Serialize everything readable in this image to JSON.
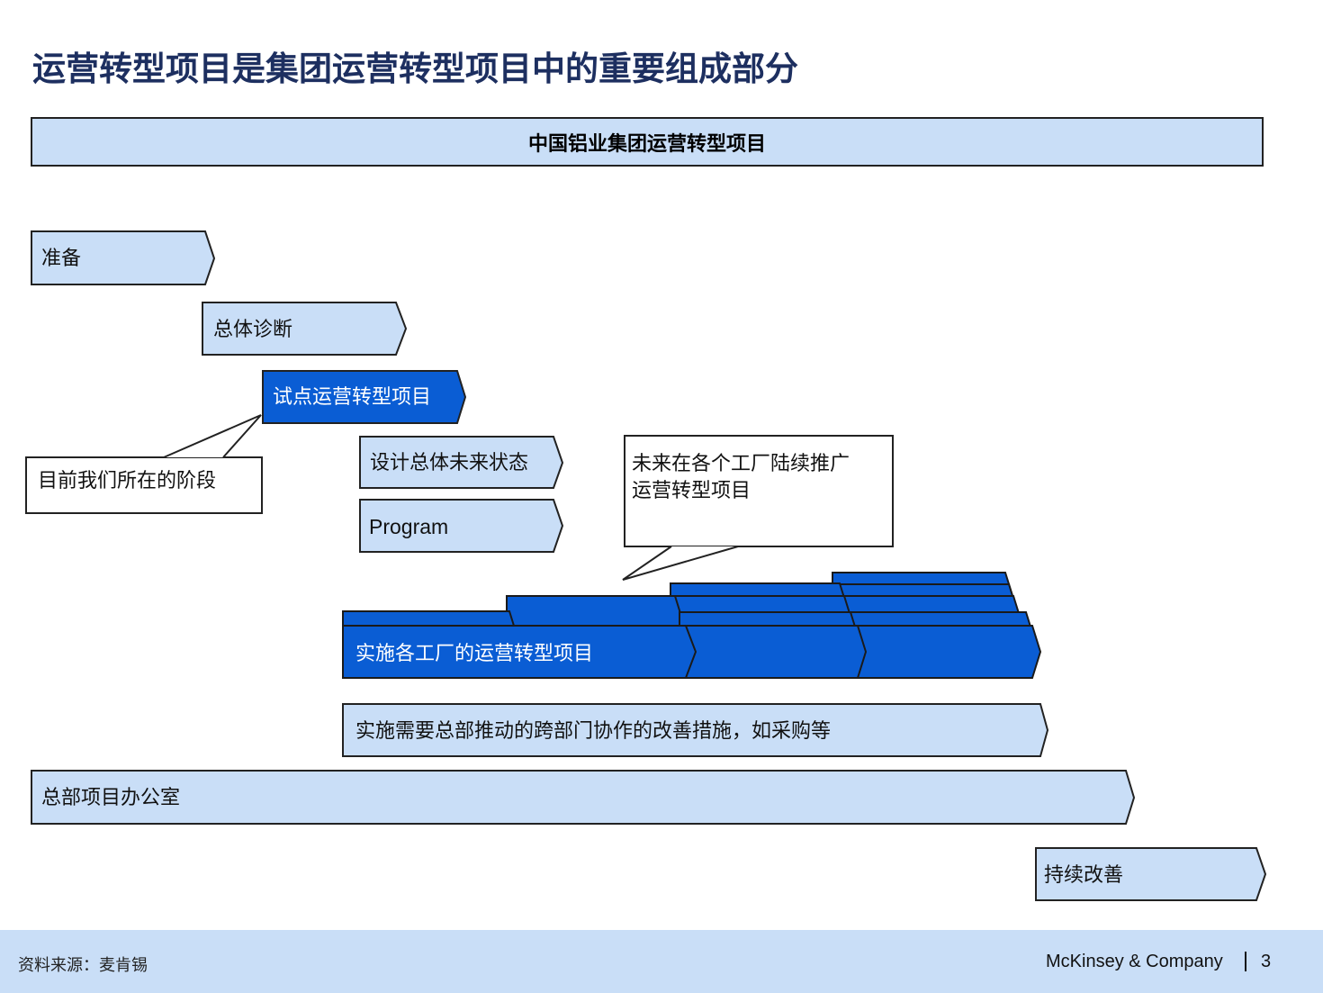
{
  "title": "运营转型项目是集团运营转型项目中的重要组成部分",
  "banner": "中国铝业集团运营转型项目",
  "colors": {
    "light_fill": "#c9def7",
    "dark_fill": "#0a5dd4",
    "title": "#1d2f60",
    "footer": "#c9def7"
  },
  "phases": {
    "prep": "准备",
    "diagnosis": "总体诊断",
    "pilot": "试点运营转型项目",
    "design": "设计总体未来状态",
    "program": "Program",
    "plants": "实施各工厂的运营转型项目",
    "hq_measures": "实施需要总部推动的跨部门协作的改善措施，如采购等",
    "pmo": "总部项目办公室",
    "continuous": "持续改善"
  },
  "callouts": {
    "current": "目前我们所在的阶段",
    "future_line1": "未来在各个工厂陆续推广",
    "future_line2": "运营转型项目"
  },
  "footer": {
    "source": "资料来源：麦肯锡",
    "company": "McKinsey & Company",
    "page": "3"
  }
}
